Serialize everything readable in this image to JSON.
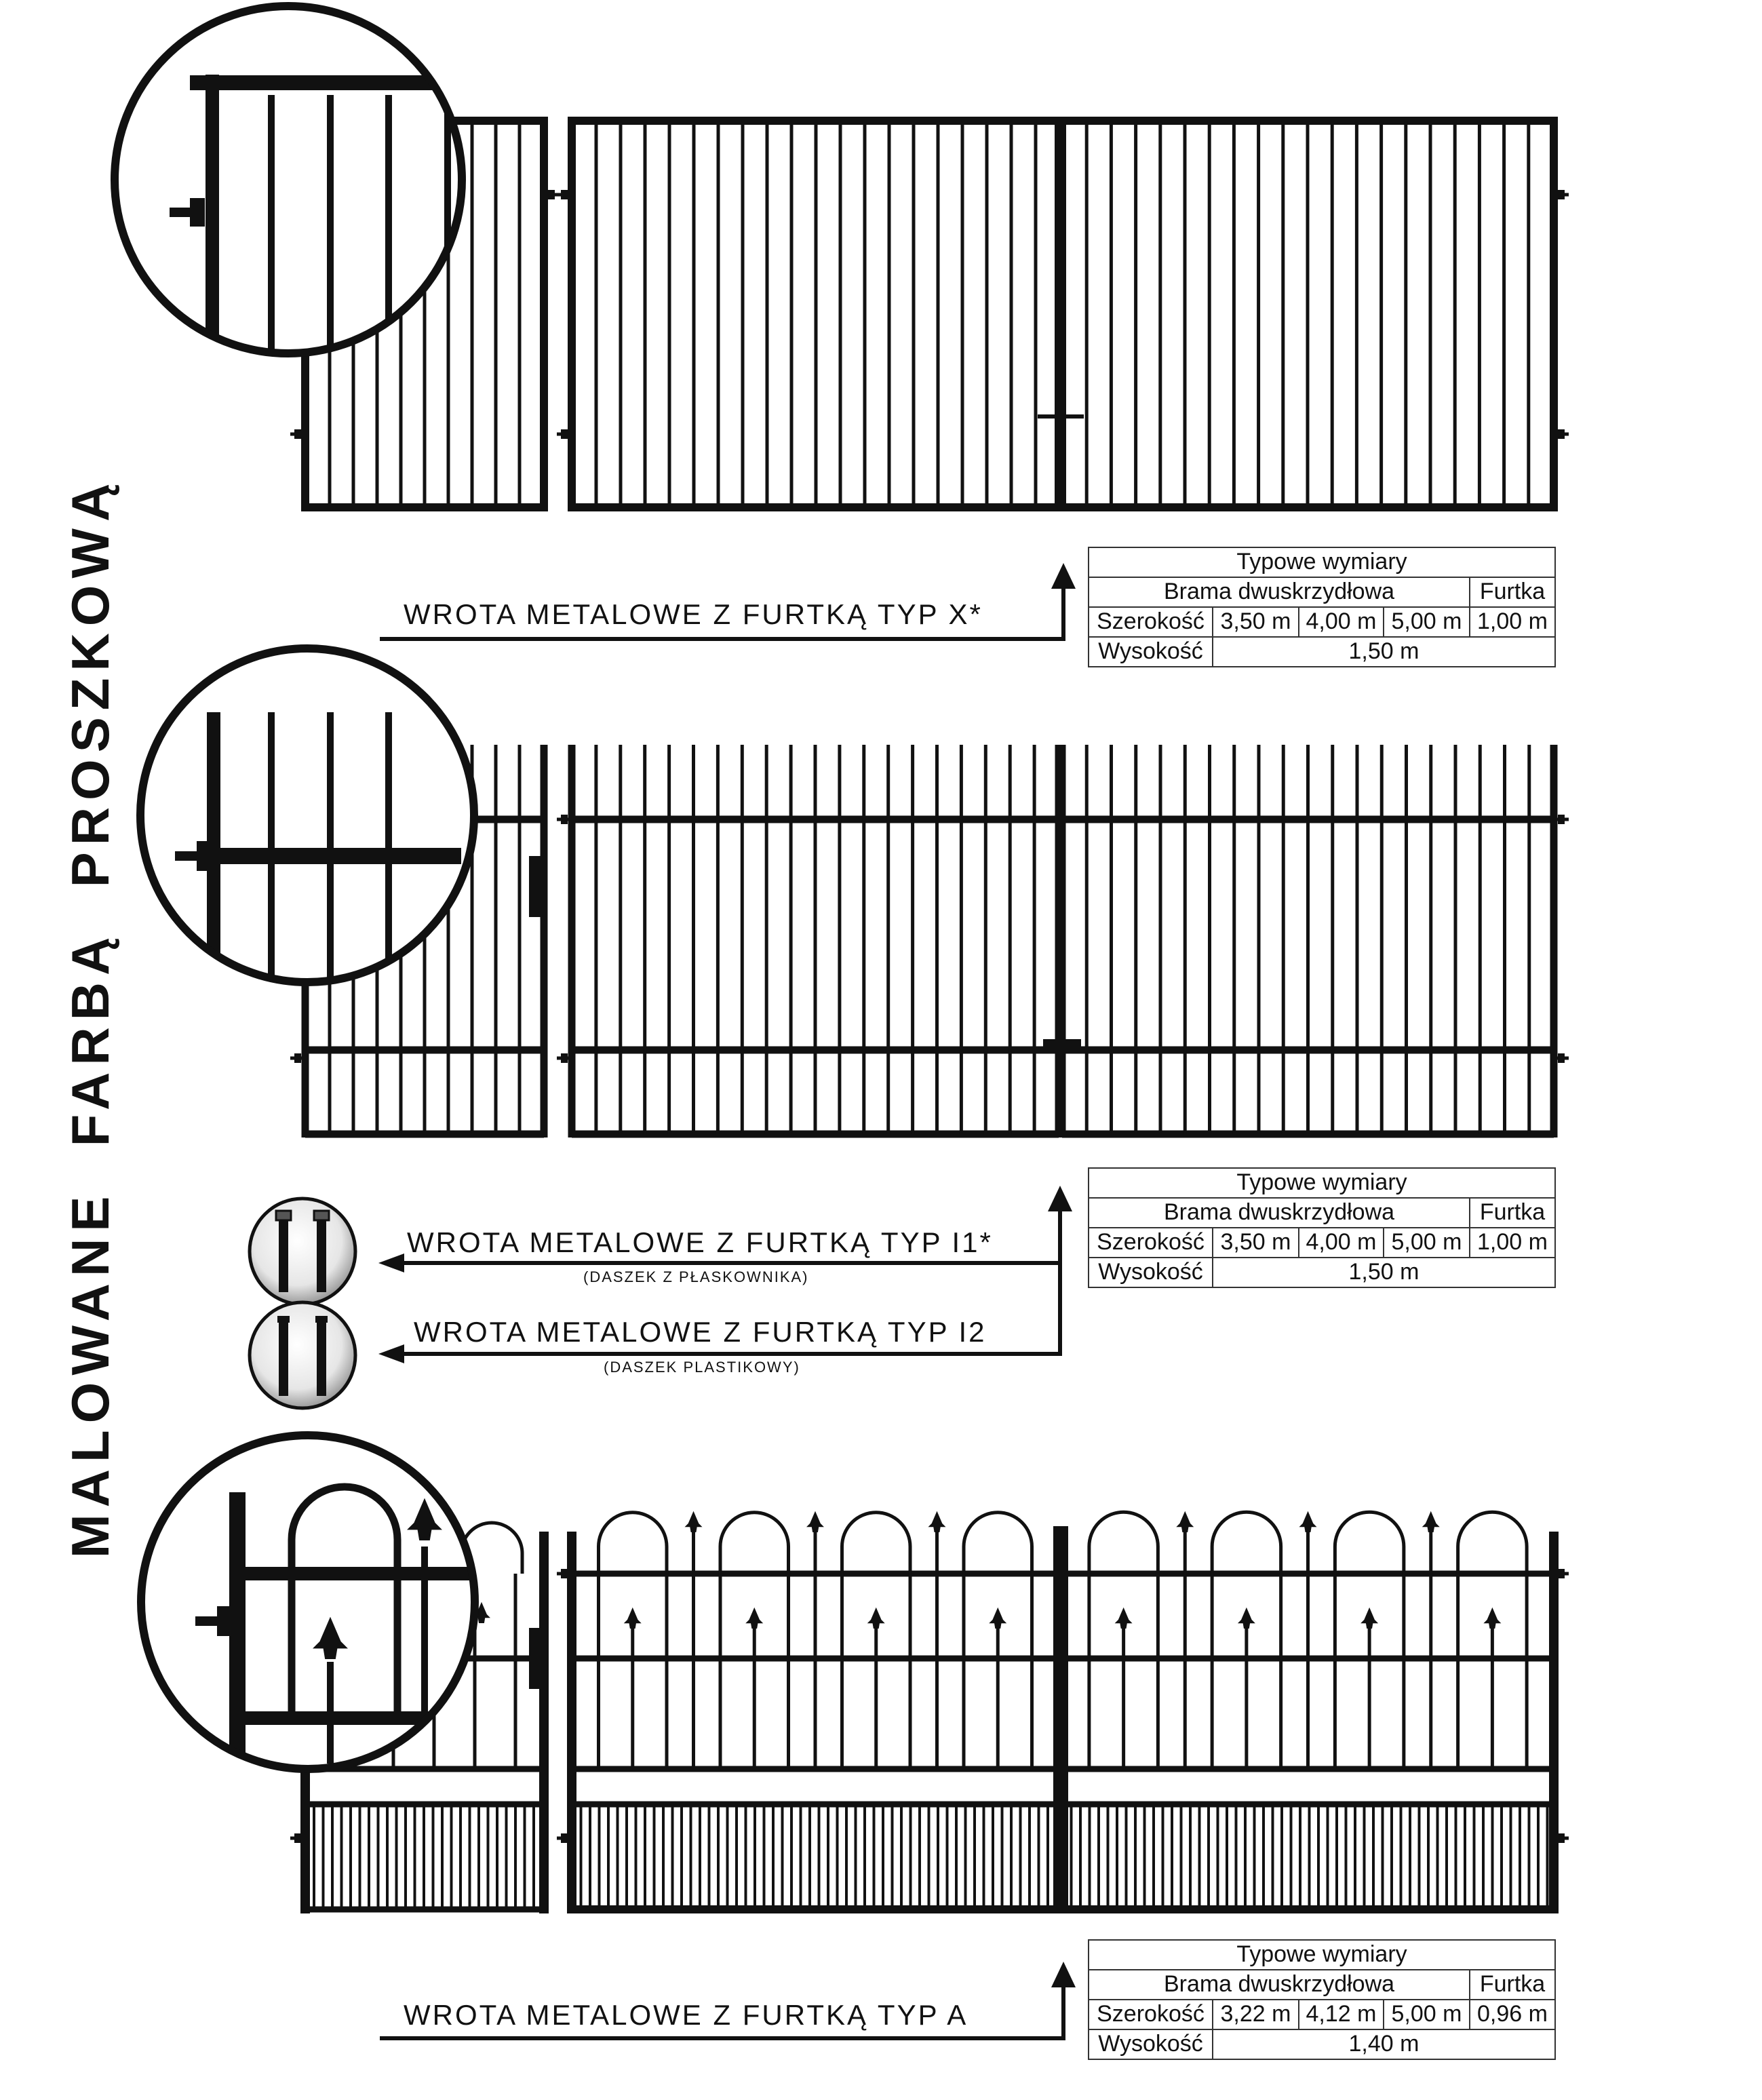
{
  "side_title": "MALOWANE  FARBĄ  PROSZKOWĄ",
  "gates": [
    {
      "label": "WROTA METALOWE Z FURTKĄ TYP X*",
      "table": {
        "title": "Typowe wymiary",
        "gate_header": "Brama dwuskrzydłowa",
        "wicket_header": "Furtka",
        "width_label": "Szerokość",
        "widths": [
          "3,50 m",
          "4,00 m",
          "5,00 m"
        ],
        "wicket_width": "1,00 m",
        "height_label": "Wysokość",
        "height": "1,50 m"
      }
    },
    {
      "variants": [
        {
          "label": "WROTA METALOWE Z FURTKĄ TYP I1*",
          "sublabel": "(DASZEK Z PŁASKOWNIKA)"
        },
        {
          "label": "WROTA METALOWE Z FURTKĄ TYP I2",
          "sublabel": "(DASZEK PLASTIKOWY)"
        }
      ],
      "table": {
        "title": "Typowe wymiary",
        "gate_header": "Brama dwuskrzydłowa",
        "wicket_header": "Furtka",
        "width_label": "Szerokość",
        "widths": [
          "3,50 m",
          "4,00 m",
          "5,00 m"
        ],
        "wicket_width": "1,00 m",
        "height_label": "Wysokość",
        "height": "1,50 m"
      }
    },
    {
      "label": "WROTA METALOWE Z FURTKĄ TYP A",
      "table": {
        "title": "Typowe wymiary",
        "gate_header": "Brama dwuskrzydłowa",
        "wicket_header": "Furtka",
        "width_label": "Szerokość",
        "widths": [
          "3,22 m",
          "4,12 m",
          "5,00 m"
        ],
        "wicket_width": "0,96 m",
        "height_label": "Wysokość",
        "height": "1,40 m"
      }
    }
  ],
  "colors": {
    "ink": "#111111",
    "paper": "#ffffff"
  }
}
